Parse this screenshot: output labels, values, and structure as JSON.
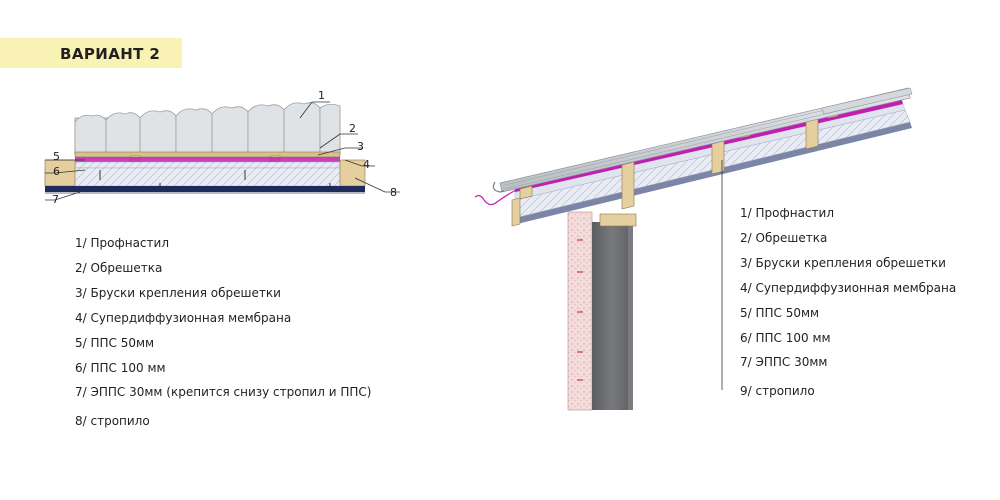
{
  "heading": "ВАРИАНТ 2",
  "callouts": [
    "1",
    "2",
    "3",
    "4",
    "5",
    "6",
    "7",
    "8"
  ],
  "legend_left": [
    "1/ Профнастил",
    "2/ Обрешетка",
    "3/ Бруски крепления обрешетки",
    "4/ Супердиффузионная мембрана",
    "5/ ППС 50мм",
    "6/ ППС 100 мм",
    "7/ ЭППС 30мм (крепится снизу стропил и ППС)",
    "8/ стропило"
  ],
  "legend_right": [
    "1/ Профнастил",
    "2/ Обрешетка",
    "3/ Бруски крепления обрешетки",
    "4/ Супердиффузионная мембрана",
    "5/ ППС 50мм",
    "6/ ППС 100 мм",
    "7/ ЭППС 30мм",
    "9/ стропило"
  ],
  "colors": {
    "banner": "#f8f2b4",
    "metal_sheet": "#c9cdd1",
    "timber": "#e6cf9f",
    "membrane": "#c31cb4",
    "foam": "#e9ecf4",
    "xps": "#1e2a5a",
    "wall_brick": "#f1d3d3",
    "wall_concrete": "#636569"
  }
}
